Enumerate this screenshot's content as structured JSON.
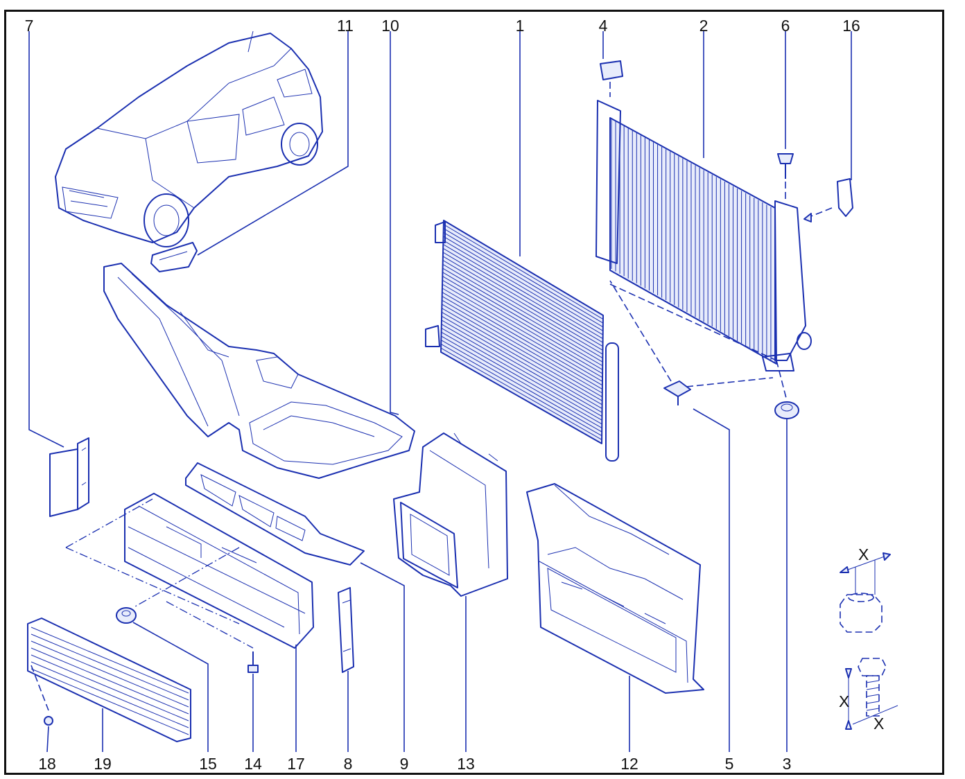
{
  "diagram": {
    "style": {
      "line_color": "#1a2fb0",
      "fill_color": "#e8ecfb",
      "label_color": "#111111",
      "frame_color": "#111111"
    },
    "callouts": [
      {
        "id": "7",
        "part": "left-deflector"
      },
      {
        "id": "11",
        "part": "bracket"
      },
      {
        "id": "10",
        "part": "upper-air-duct"
      },
      {
        "id": "1",
        "part": "condenser"
      },
      {
        "id": "4",
        "part": "upper-mount"
      },
      {
        "id": "2",
        "part": "radiator"
      },
      {
        "id": "6",
        "part": "clip"
      },
      {
        "id": "16",
        "part": "hose-clip"
      },
      {
        "id": "18",
        "part": "screw"
      },
      {
        "id": "19",
        "part": "grille-shutter"
      },
      {
        "id": "15",
        "part": "rubber-bush"
      },
      {
        "id": "14",
        "part": "bolt"
      },
      {
        "id": "17",
        "part": "lower-air-guide"
      },
      {
        "id": "8",
        "part": "right-deflector"
      },
      {
        "id": "9",
        "part": "seal-strip"
      },
      {
        "id": "13",
        "part": "side-air-guide"
      },
      {
        "id": "12",
        "part": "fan-shroud"
      },
      {
        "id": "5",
        "part": "lower-mount"
      },
      {
        "id": "3",
        "part": "rubber-mount"
      }
    ],
    "torque_symbols": [
      {
        "part": "nut",
        "dimension_label": "X"
      },
      {
        "part": "bolt",
        "dimension_labels": [
          "X",
          "X"
        ]
      }
    ]
  }
}
